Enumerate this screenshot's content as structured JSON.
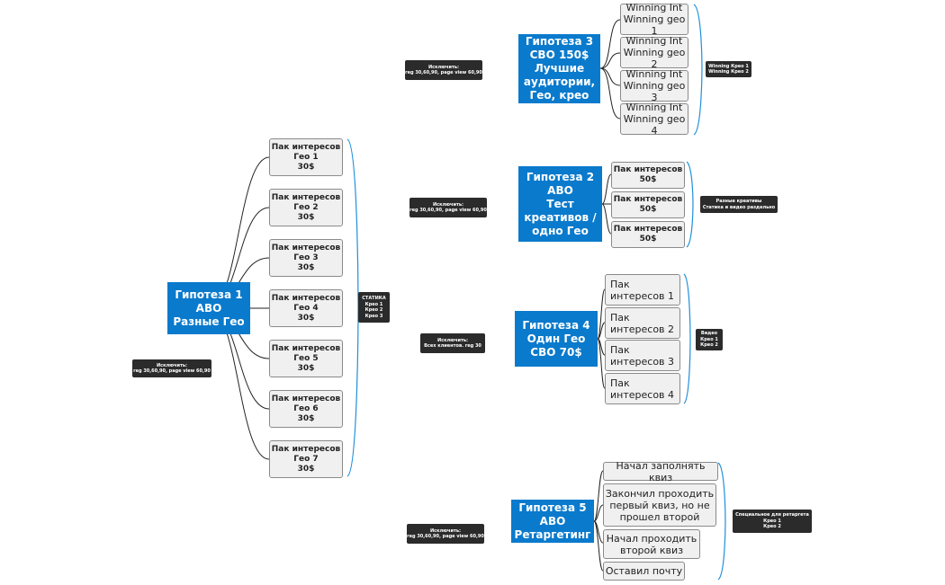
{
  "h1": {
    "title": "Гипотеза 1\nАВО\nРазные Гео",
    "note": "Исключить:\nreg 30,60,90, page view 60,90",
    "label": "СТАТИКА\nКрео 1\nКрео 2\nКрео 3",
    "items": [
      "Пак интересов\nГео 1\n30$",
      "Пак интересов\nГео 2\n30$",
      "Пак интересов\nГео 3\n30$",
      "Пак интересов\nГео 4\n30$",
      "Пак интересов\nГео 5\n30$",
      "Пак интересов\nГео 6\n30$",
      "Пак интересов\nГео 7\n30$"
    ]
  },
  "h3": {
    "title": "Гипотеза 3\nСВО 150$\nЛучшие\nаудитории,\nГео, крео",
    "note": "Исключить:\nreg 30,60,90, page view 60,90",
    "label": "Winning Крео 1\nWinning Крео 2",
    "items": [
      "Winning Int\nWinning geo 1",
      "Winning Int\nWinning geo 2",
      "Winning Int\nWinning geo 3",
      "Winning Int\nWinning geo 4"
    ]
  },
  "h2": {
    "title": "Гипотеза 2\nАВО\nТест\nкреативов /\nодно Гео",
    "note": "Исключить:\nreg 30,60,90, page view 60,90",
    "label": "Разные креативы\nСтатика и видео раздельно",
    "items": [
      "Пак интересов\n50$",
      "Пак интересов\n50$",
      "Пак интересов\n50$"
    ]
  },
  "h4": {
    "title": "Гипотеза 4\nОдин Гео\nСВО 70$",
    "note": "Исключить:\nВсех клиентов.  reg 30",
    "label": "Видео\nКрео 1\nКрео 2",
    "items": [
      "Пак\nинтересов 1",
      "Пак\nинтересов 2",
      "Пак\nинтересов 3",
      "Пак\nинтересов 4"
    ]
  },
  "h5": {
    "title": "Гипотеза 5\nАВО\nРетаргетинг",
    "note": "Исключить:\nreg 30,60,90, page view 60,90",
    "label": "Специальное для ретаргета\nКрео 1\nКрео 2",
    "items": [
      "Начал заполнять квиз",
      "Закончил проходить\nпервый квиз, но не\nпрошел второй",
      "Начал проходить\nвторой квиз",
      "Оставил почту"
    ]
  },
  "colors": {
    "main": "#0a7acc",
    "bracket": "#1f8fdb",
    "note": "#2b2b2b"
  }
}
